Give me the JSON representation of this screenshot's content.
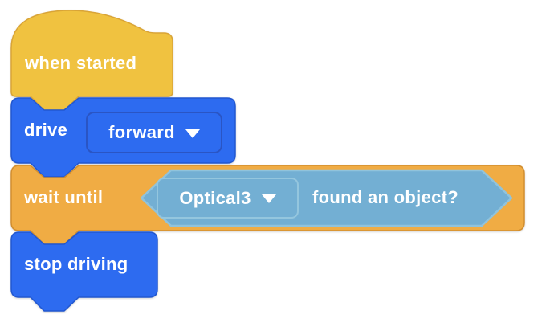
{
  "workspace": {
    "background": "#FFFFFF"
  },
  "blocks": [
    {
      "label": "when started",
      "shape": "hat",
      "fill": "#F0C240",
      "stroke": "#D9A437"
    },
    {
      "label": "drive",
      "shape": "stack",
      "fill": "#2D6BF0",
      "stroke": "#2157D0",
      "dropdown": {
        "value": "forward",
        "icon": "chevron-down-icon",
        "border": "#2A55C4"
      }
    },
    {
      "label": "wait until",
      "shape": "stack",
      "fill": "#F0AC44",
      "stroke": "#D28E2F",
      "condition": {
        "shape": "hexagon",
        "fill": "#73AFD3",
        "stroke": "#90C3DC",
        "dropdown": {
          "value": "Optical3",
          "icon": "chevron-down-icon",
          "border": "#94C6DE"
        },
        "label": "found an object?"
      }
    },
    {
      "label": "stop driving",
      "shape": "stack",
      "fill": "#2D6BF0",
      "stroke": "#2157D0"
    }
  ]
}
